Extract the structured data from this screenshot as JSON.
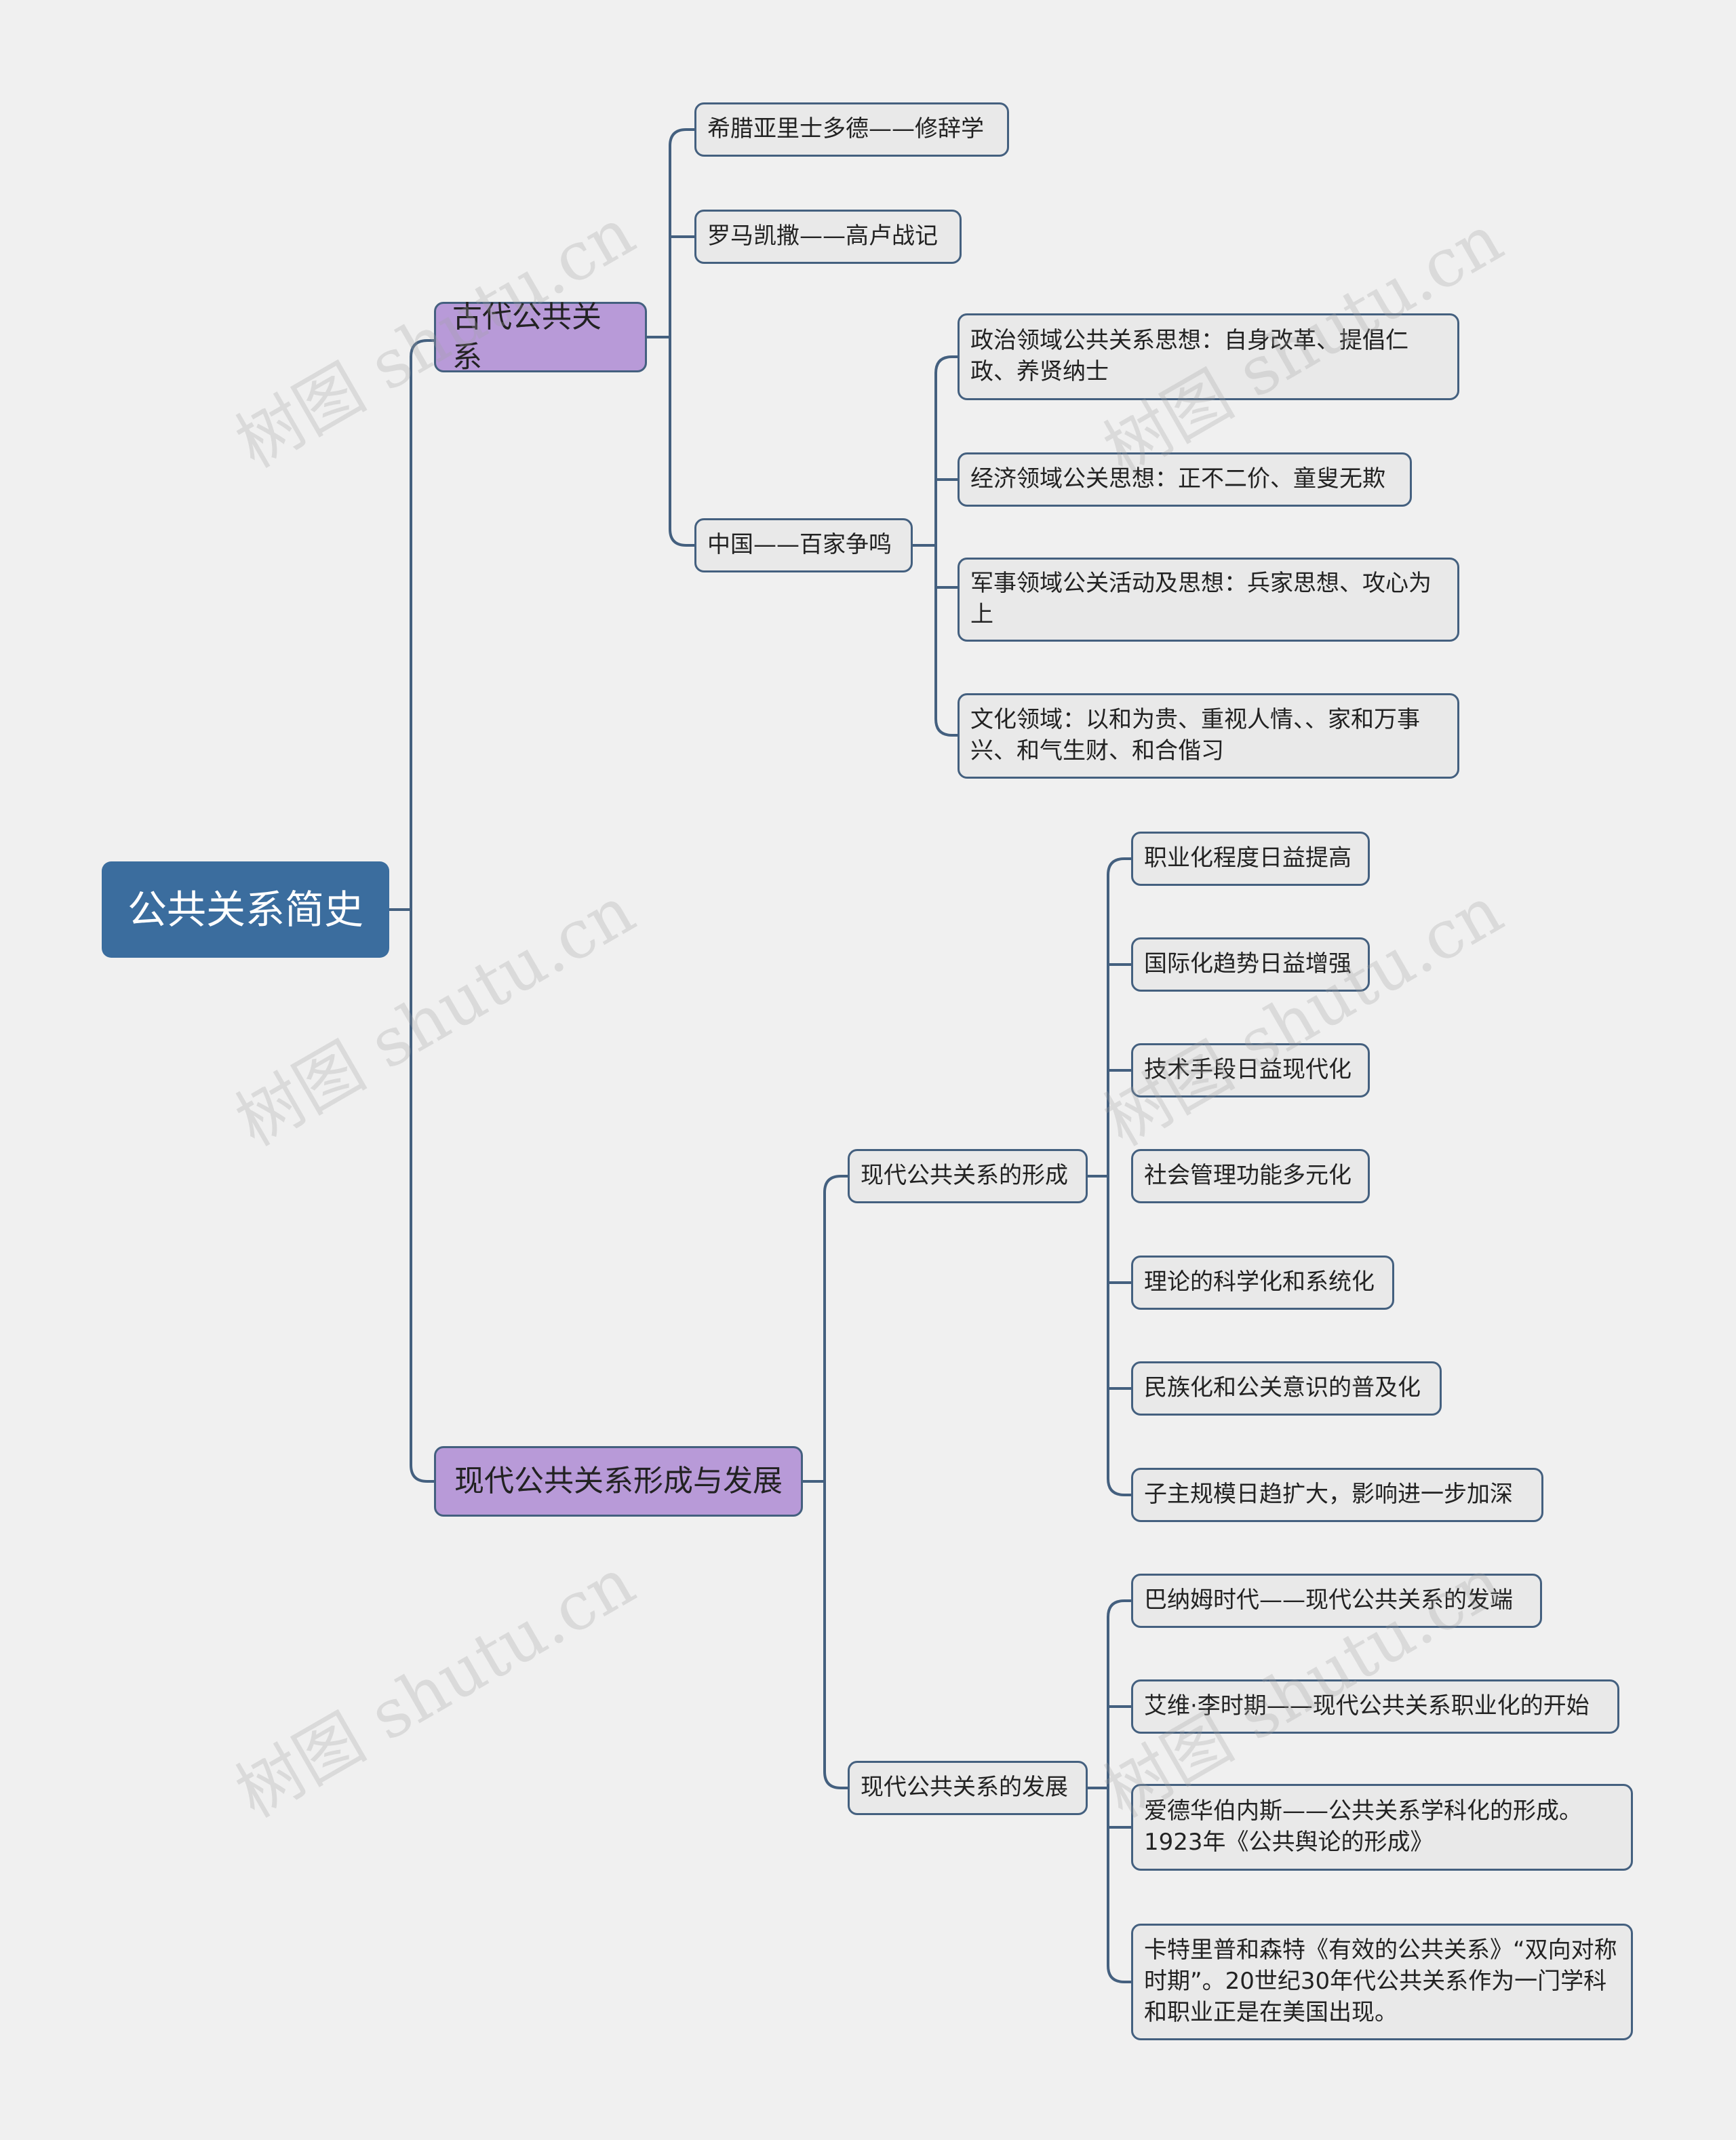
{
  "root": "公共关系简史",
  "ancient": {
    "label": "古代公共关系",
    "items": [
      "希腊亚里士多德——修辞学",
      "罗马凯撒——高卢战记",
      "中国——百家争鸣"
    ],
    "china": [
      "政治领域公共关系思想：自身改革、提倡仁政、养贤纳士",
      "经济领域公关思想：正不二价、童叟无欺",
      "军事领域公关活动及思想：兵家思想、攻心为上",
      "文化领域：以和为贵、重视人情、、家和万事兴、和气生财、和合偕习"
    ]
  },
  "modern": {
    "label": "现代公共关系形成与发展",
    "formation": {
      "label": "现代公共关系的形成",
      "items": [
        "职业化程度日益提高",
        "国际化趋势日益增强",
        "技术手段日益现代化",
        "社会管理功能多元化",
        "理论的科学化和系统化",
        "民族化和公关意识的普及化",
        "子主规模日趋扩大，影响进一步加深"
      ]
    },
    "development": {
      "label": "现代公共关系的发展",
      "items": [
        "巴纳姆时代——现代公共关系的发端",
        "艾维·李时期——现代公共关系职业化的开始",
        "爱德华伯内斯——公共关系学科化的形成。1923年《公共舆论的形成》",
        "卡特里普和森特《有效的公共关系》“双向对称时期”。20世纪30年代公共关系作为一门学科和职业正是在美国出现。"
      ]
    }
  },
  "watermark": "树图 shutu.cn",
  "colors": {
    "background": "#f0f0f0",
    "root": "#3b6d9e",
    "level1": "#b89ad8",
    "leaf": "#e9e9e9",
    "line": "#44607f"
  }
}
